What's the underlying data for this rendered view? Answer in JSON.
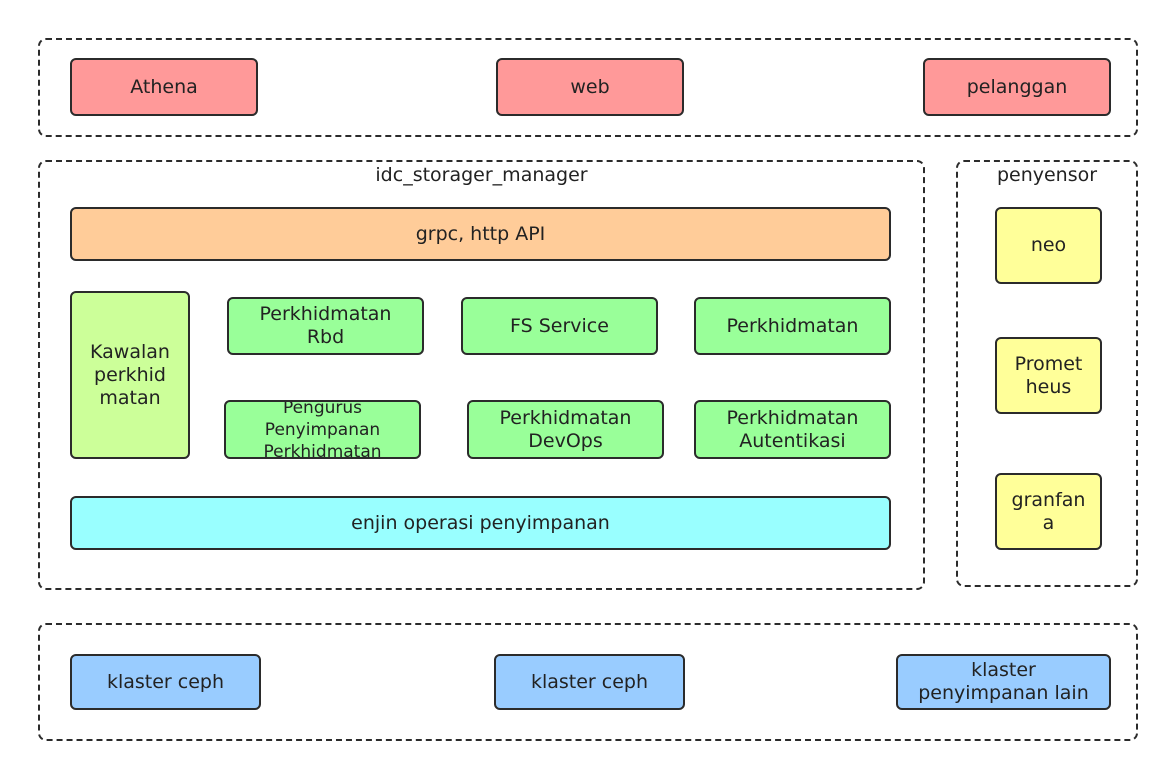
{
  "client_layer": {
    "boxes": [
      "Athena",
      "web",
      "pelanggan"
    ]
  },
  "manager": {
    "title": "idc_storager_manager",
    "api": "grpc, http API",
    "control": "Kawalan\nperkhid\nmatan",
    "services": [
      "Perkhidmatan\nRbd",
      "FS Service",
      "Perkhidmatan",
      "Pengurus\nPenyimpanan\nPerkhidmatan",
      "Perkhidmatan\nDevOps",
      "Perkhidmatan\nAutentikasi"
    ],
    "engine": "enjin operasi penyimpanan"
  },
  "monitor": {
    "title": "penyensor",
    "boxes": [
      "neo",
      "Promet\nheus",
      "granfan\na"
    ]
  },
  "storage_layer": {
    "boxes": [
      "klaster ceph",
      "klaster ceph",
      "klaster\npenyimpanan lain"
    ]
  },
  "colors": {
    "client": "#ff9999",
    "api": "#ffcc99",
    "service": "#99ff99",
    "control": "#ccff99",
    "engine": "#99ffff",
    "monitor": "#ffff99",
    "storage": "#99ccff"
  }
}
